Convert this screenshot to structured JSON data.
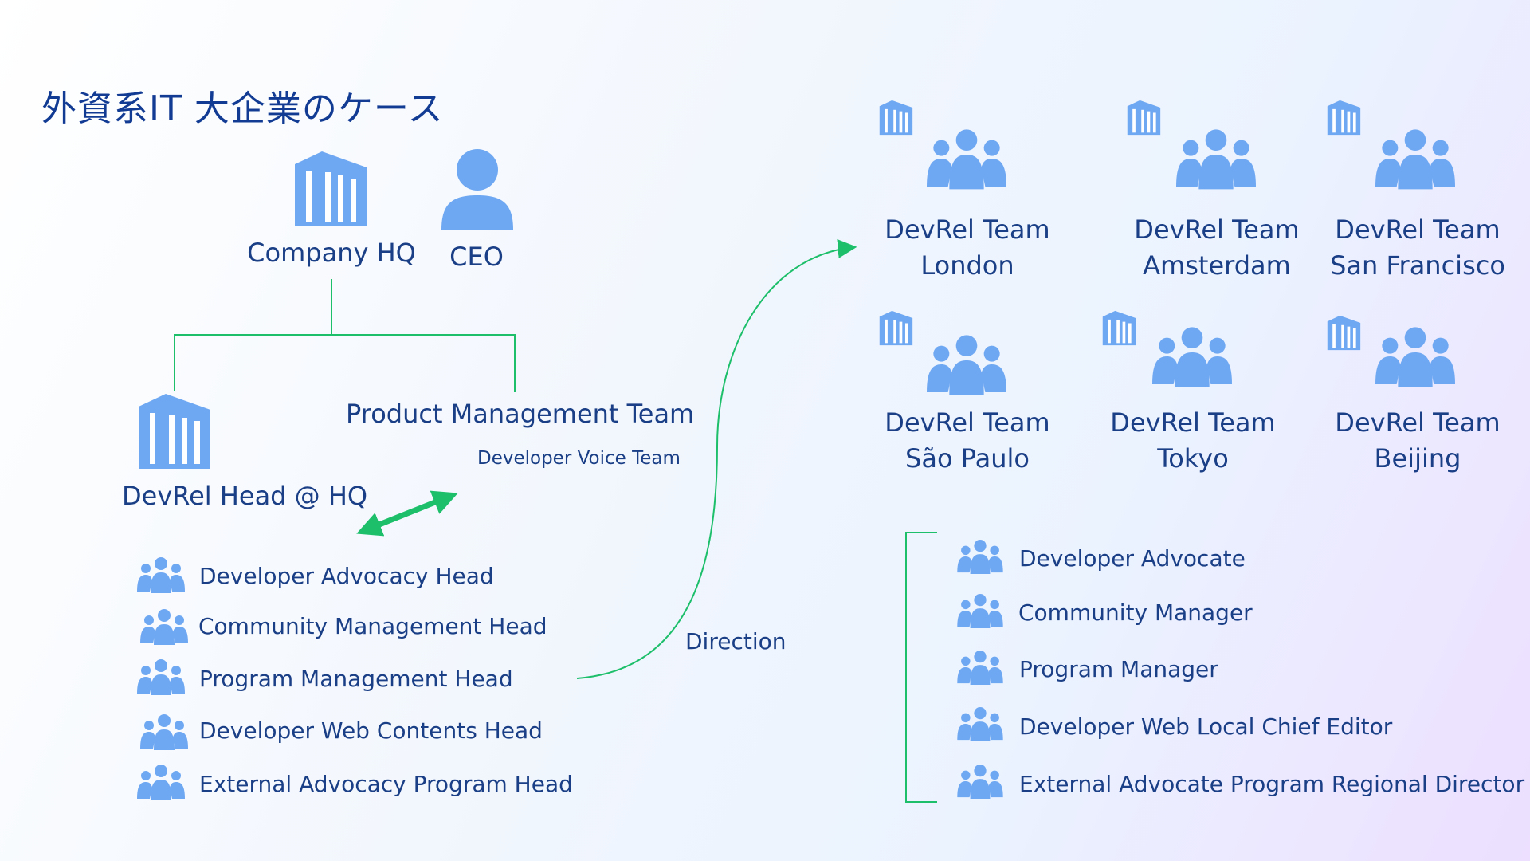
{
  "title": "外資系IT 大企業のケース",
  "hq": {
    "company_label": "Company HQ",
    "ceo_label": "CEO"
  },
  "devrel_head_label": "DevRel Head @ HQ",
  "product_team": {
    "label": "Product Management Team",
    "voice_label": "Developer Voice Team"
  },
  "hq_roles": [
    "Developer Advocacy Head",
    "Community Management Head",
    "Program Management Head",
    "Developer Web Contents Head",
    "External Advocacy Program Head"
  ],
  "direction_label": "Direction",
  "regional_teams": [
    {
      "line1": "DevRel Team",
      "line2": "London"
    },
    {
      "line1": "DevRel Team",
      "line2": "Amsterdam"
    },
    {
      "line1": "DevRel Team",
      "line2": "San Francisco"
    },
    {
      "line1": "DevRel Team",
      "line2": "São Paulo"
    },
    {
      "line1": "DevRel Team",
      "line2": "Tokyo"
    },
    {
      "line1": "DevRel Team",
      "line2": "Beijing"
    }
  ],
  "regional_roles": [
    "Developer Advocate",
    "Community Manager",
    "Program Manager",
    "Developer Web Local Chief Editor",
    "External Advocate Program Regional Director"
  ],
  "colors": {
    "connector": "#1dbf6b",
    "icon": "#6fa8f2",
    "text": "#1a3f86",
    "title": "#123b94"
  },
  "icons": {
    "building": "building-icon",
    "person": "person-icon",
    "group": "group-icon"
  }
}
